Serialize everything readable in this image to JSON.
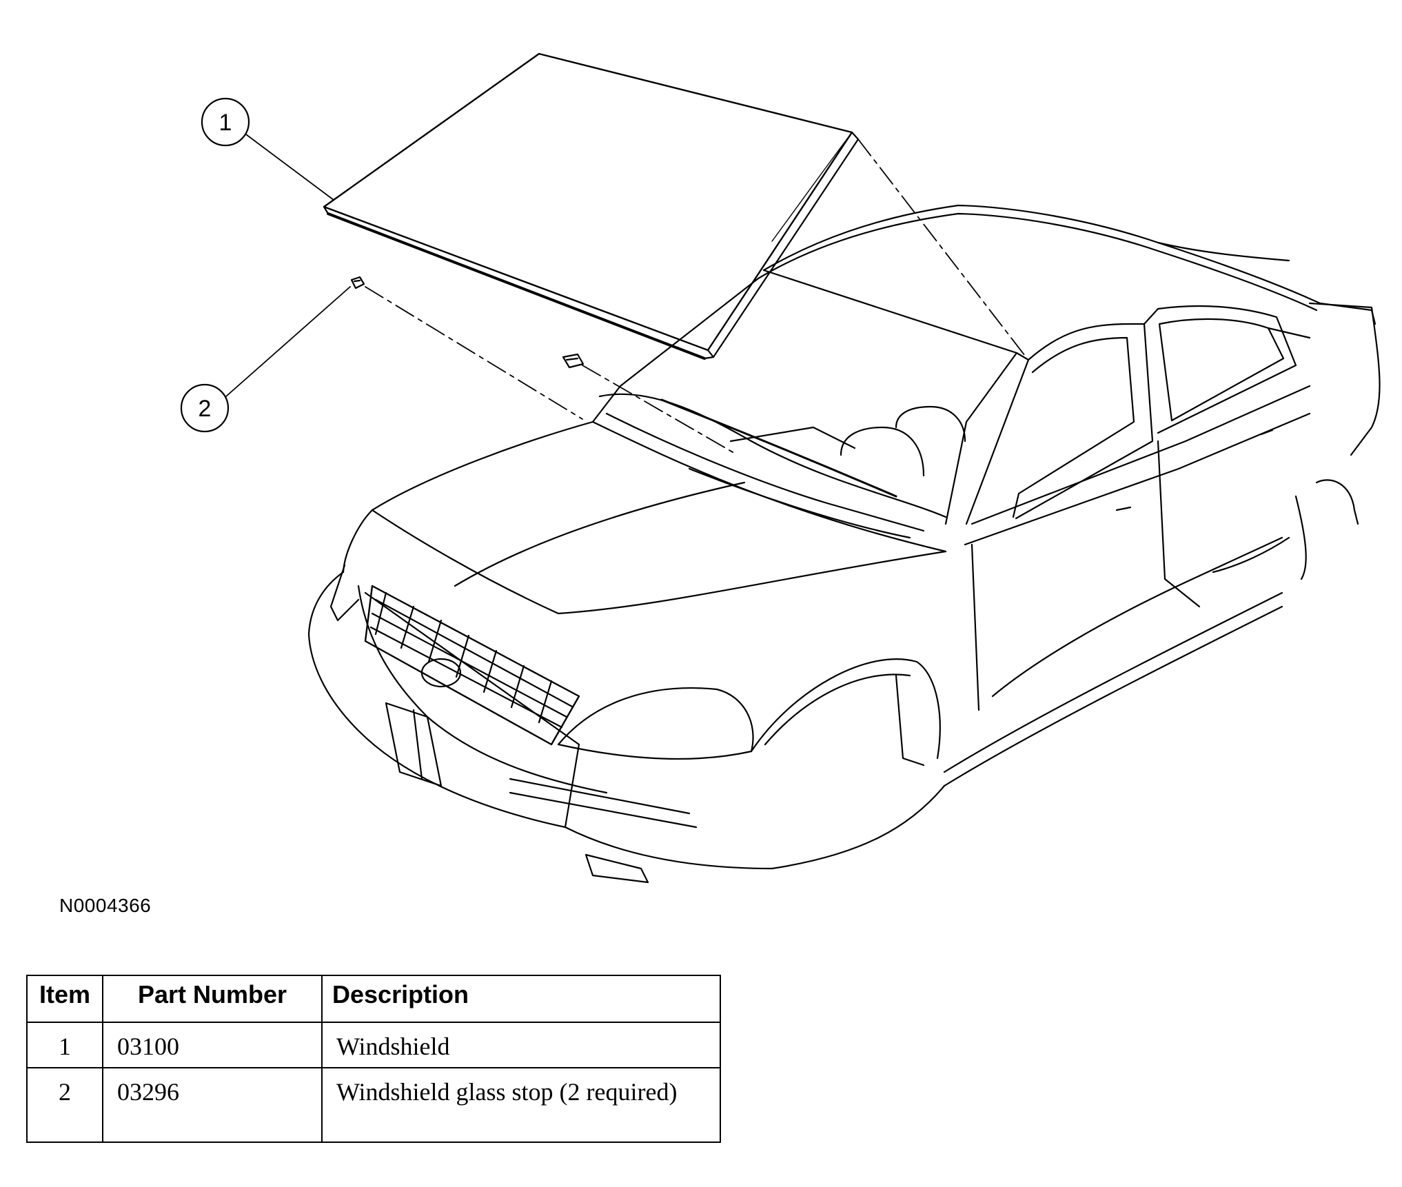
{
  "diagram": {
    "figure_id": "N0004366",
    "callouts": [
      {
        "number": "1",
        "part": "Windshield"
      },
      {
        "number": "2",
        "part": "Windshield glass stop"
      }
    ]
  },
  "parts_table": {
    "headers": {
      "item": "Item",
      "part_number": "Part Number",
      "description": "Description"
    },
    "rows": [
      {
        "item": "1",
        "part_number": "03100",
        "description": "Windshield"
      },
      {
        "item": "2",
        "part_number": "03296",
        "description": "Windshield glass stop (2 required)"
      }
    ]
  },
  "colors": {
    "line": "#000000",
    "background": "#ffffff"
  }
}
